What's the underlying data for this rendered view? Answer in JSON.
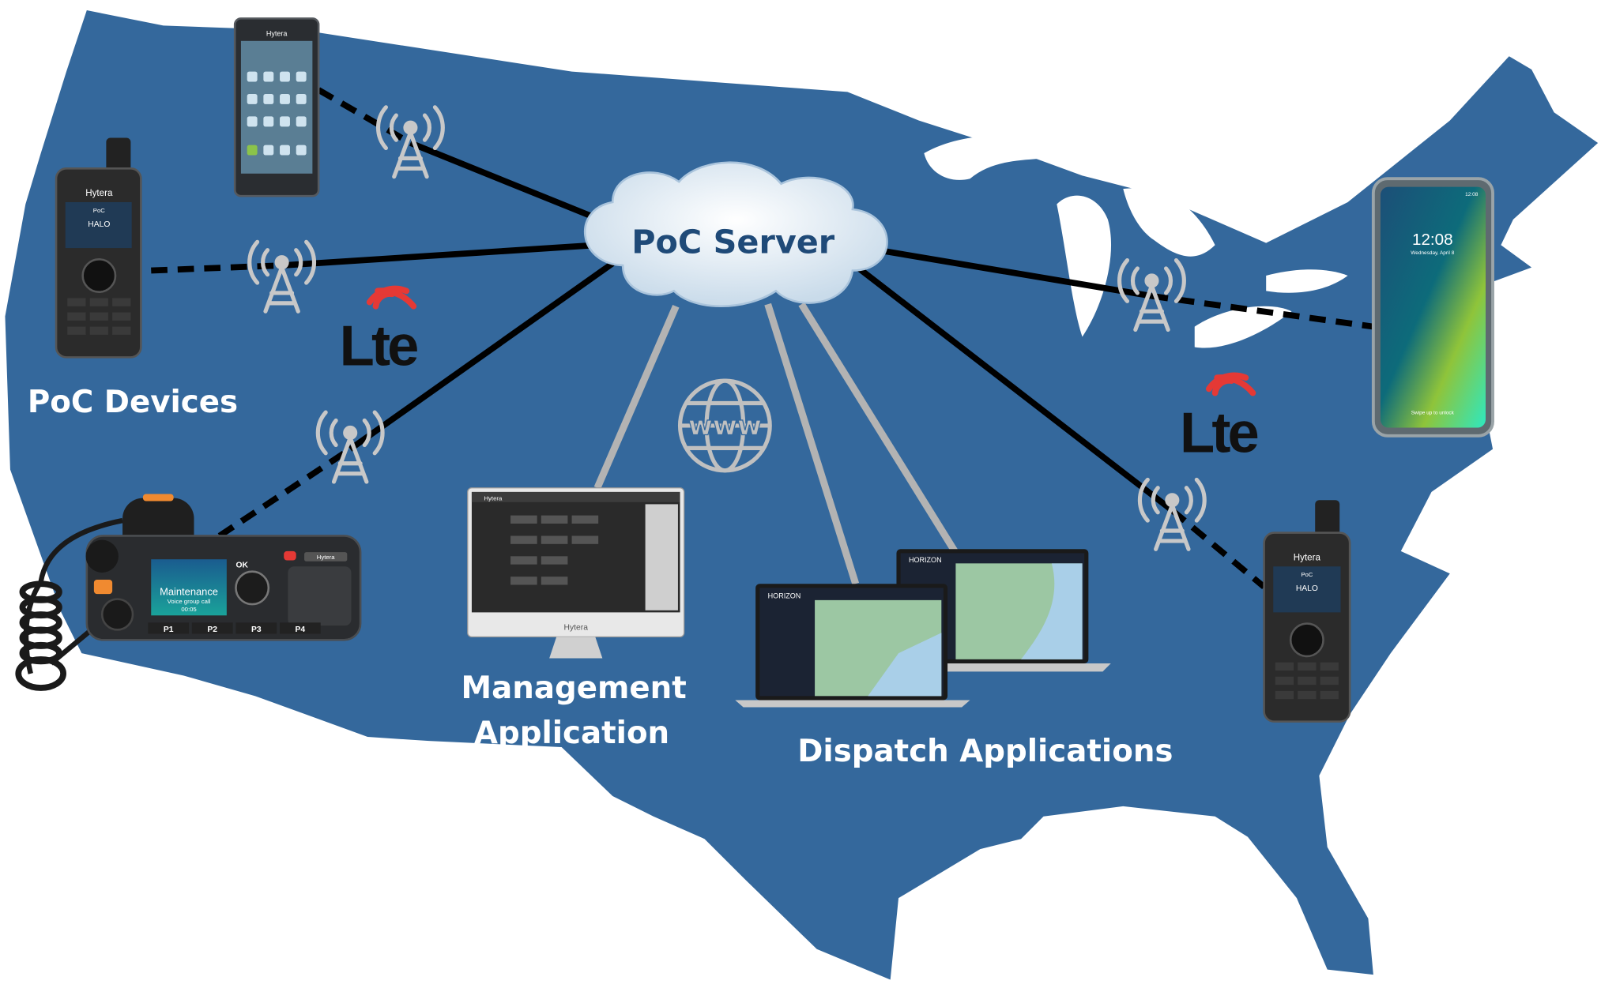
{
  "colors": {
    "map": "#34689c",
    "background": "#ffffff",
    "solid_link": "#000000",
    "ip_link": "#b3b3b3",
    "tower": "#c8c8c8",
    "lte_signal": "#e53935",
    "server_text": "#1f4a78"
  },
  "server": {
    "label": "PoC Server",
    "icon": "cloud-icon"
  },
  "labels": {
    "poc_devices": "PoC Devices",
    "management_line1": "Management",
    "management_line2": "Application",
    "dispatch": "Dispatch Applications"
  },
  "lte": {
    "left": "Lte",
    "right": "Lte",
    "icon": "signal-wave-icon"
  },
  "internet": {
    "label": "www",
    "icon": "globe-icon"
  },
  "devices": {
    "top_phone": {
      "brand": "Hytera"
    },
    "left_handheld": {
      "brand": "Hytera",
      "app": "HALO",
      "mode": "PoC"
    },
    "right_handheld": {
      "brand": "Hytera",
      "app": "HALO",
      "mode": "PoC"
    },
    "mobile_radio": {
      "brand": "Hytera",
      "screen_title": "Maintenance",
      "screen_subtitle": "Voice group call",
      "timer": "00:05",
      "ok_key": "OK",
      "keys": [
        "P1",
        "P2",
        "P3",
        "P4"
      ]
    },
    "smartphone": {
      "time": "12:08",
      "date": "Wednesday, April 8",
      "hint": "Swipe up to unlock",
      "status_time": "12:08"
    },
    "monitor": {
      "brand": "Hytera",
      "app_header": "Hytera"
    },
    "laptop_front": {
      "app": "HORIZON"
    },
    "laptop_back": {
      "app": "HORIZON"
    }
  }
}
